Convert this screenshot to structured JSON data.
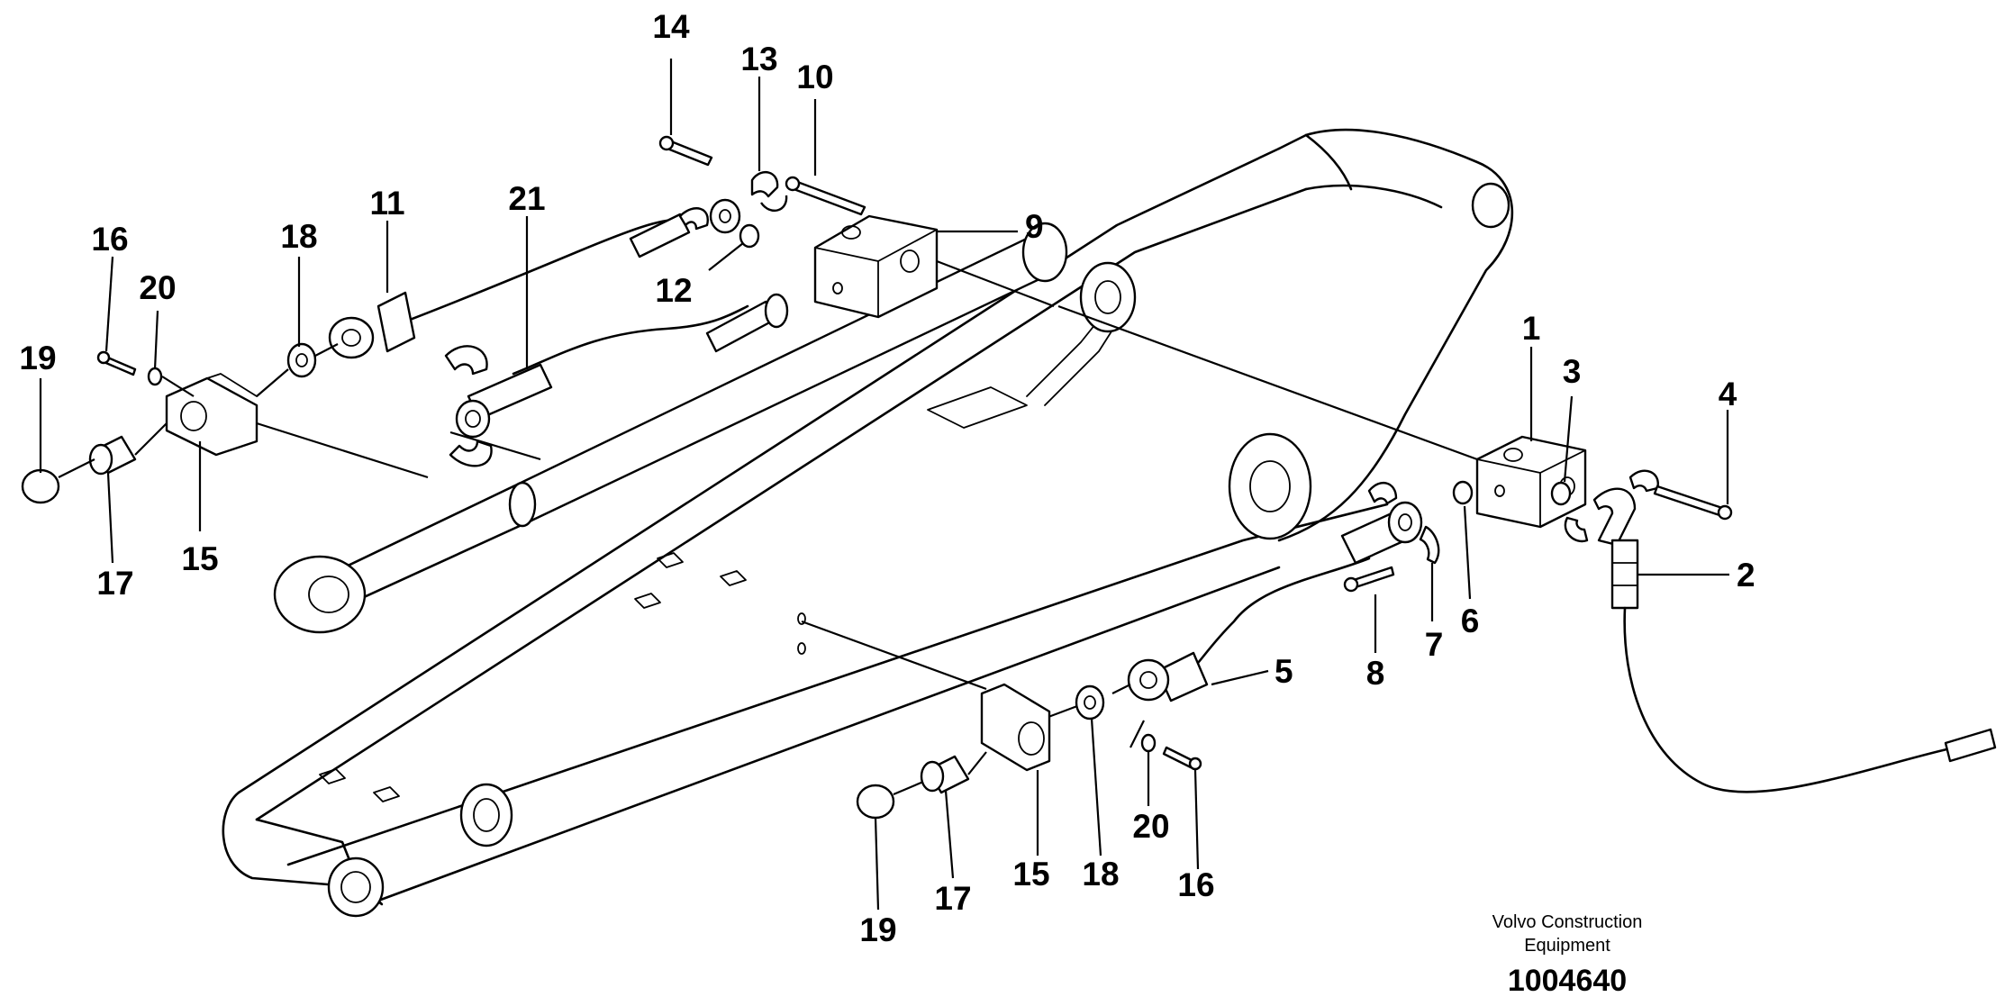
{
  "diagram": {
    "callouts": {
      "c1": "1",
      "c2": "2",
      "c3": "3",
      "c4": "4",
      "c5": "5",
      "c6": "6",
      "c7": "7",
      "c8": "8",
      "c9": "9",
      "c10": "10",
      "c11": "11",
      "c12": "12",
      "c13": "13",
      "c14": "14",
      "c15a": "15",
      "c15b": "15",
      "c16a": "16",
      "c16b": "16",
      "c17a": "17",
      "c17b": "17",
      "c18a": "18",
      "c18b": "18",
      "c19a": "19",
      "c19b": "19",
      "c20a": "20",
      "c20b": "20",
      "c21": "21"
    },
    "brand_line1": "Volvo Construction",
    "brand_line2": "Equipment",
    "document_number": "1004640"
  }
}
